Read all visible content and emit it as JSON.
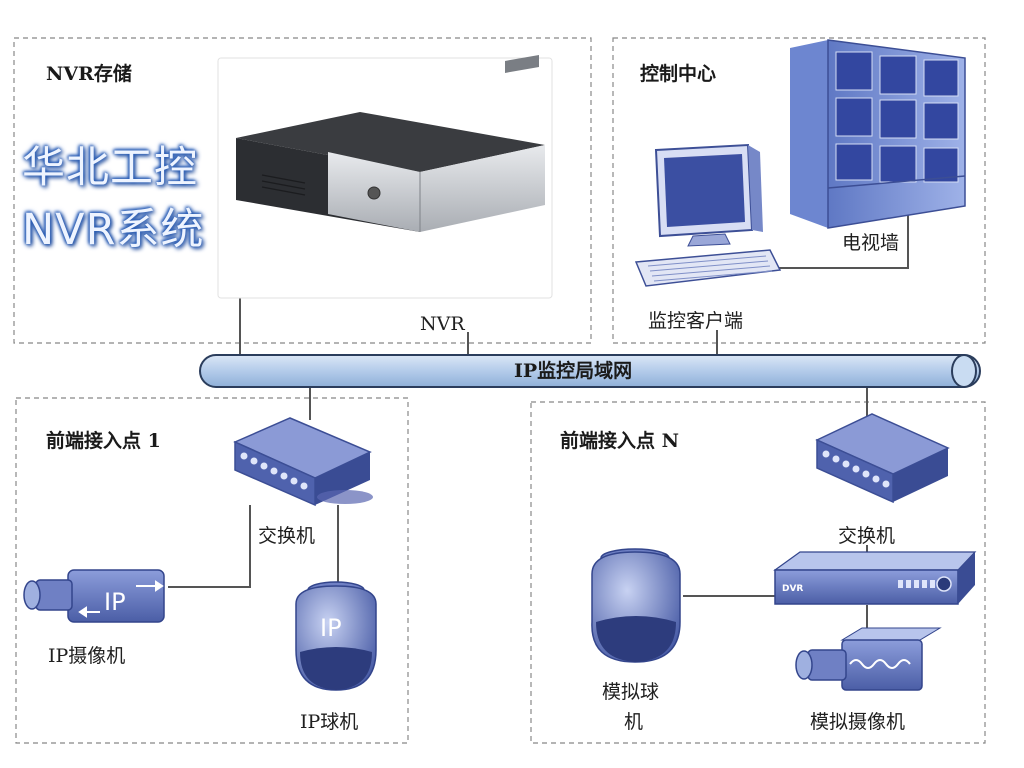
{
  "brand": {
    "line1": "华北工控",
    "line2": "NVR系统"
  },
  "regions": {
    "nvr_storage": "NVR存储",
    "control_center": "控制中心",
    "frontend_1": "前端接入点 1",
    "frontend_n": "前端接入点 N"
  },
  "bus": {
    "label": "IP监控局域网"
  },
  "devices": {
    "nvr": "NVR",
    "monitor_client": "监控客户端",
    "tv_wall": "电视墙",
    "switch_1": "交换机",
    "switch_n": "交换机",
    "ip_camera": "IP摄像机",
    "ip_dome": "IP球机",
    "analog_dome_line1": "模拟球",
    "analog_dome_line2": "机",
    "analog_camera": "模拟摄像机",
    "dvr_badge": "DVR",
    "ip_mark": "IP"
  },
  "colors": {
    "bus_fill": "#b7cfea",
    "device_blue": "#5b6fb5",
    "device_light": "#9fb0e0",
    "brand_glow": "#2b5fb8"
  }
}
